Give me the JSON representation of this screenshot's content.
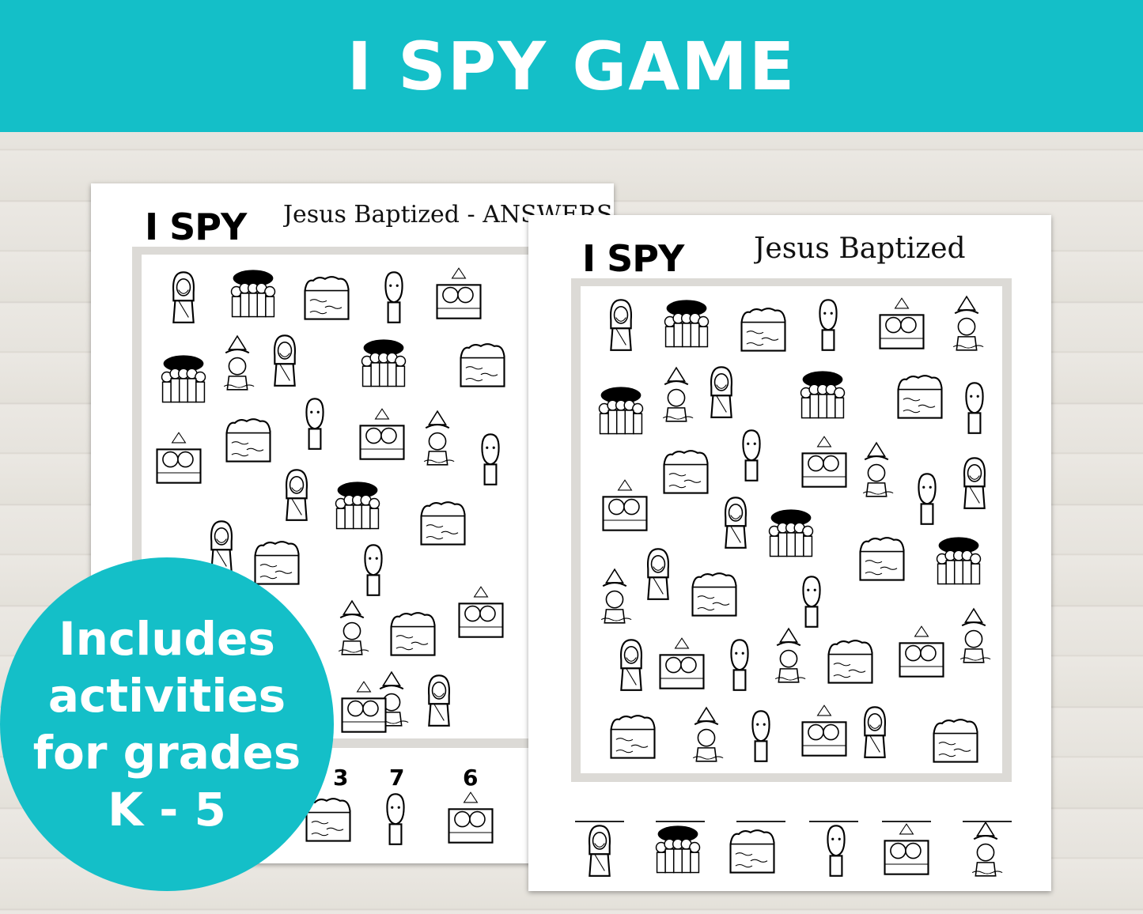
{
  "banner": {
    "title": "I SPY GAME"
  },
  "answer_sheet": {
    "heading": "I SPY",
    "subtitle": "Jesus Baptized - ANSWERS",
    "answer_counts": [
      "3",
      "7",
      "6"
    ]
  },
  "worksheet": {
    "heading": "I SPY",
    "subtitle": "Jesus Baptized"
  },
  "badge": {
    "lines": [
      "Includes",
      "activities",
      "for grades",
      "K - 5"
    ]
  },
  "picture_types": [
    "jesus",
    "disciples-group",
    "water-river",
    "john-baptist",
    "baptism-scene",
    "dove-figure"
  ],
  "colors": {
    "accent": "#14bfc8",
    "frame": "#dcdad6"
  }
}
